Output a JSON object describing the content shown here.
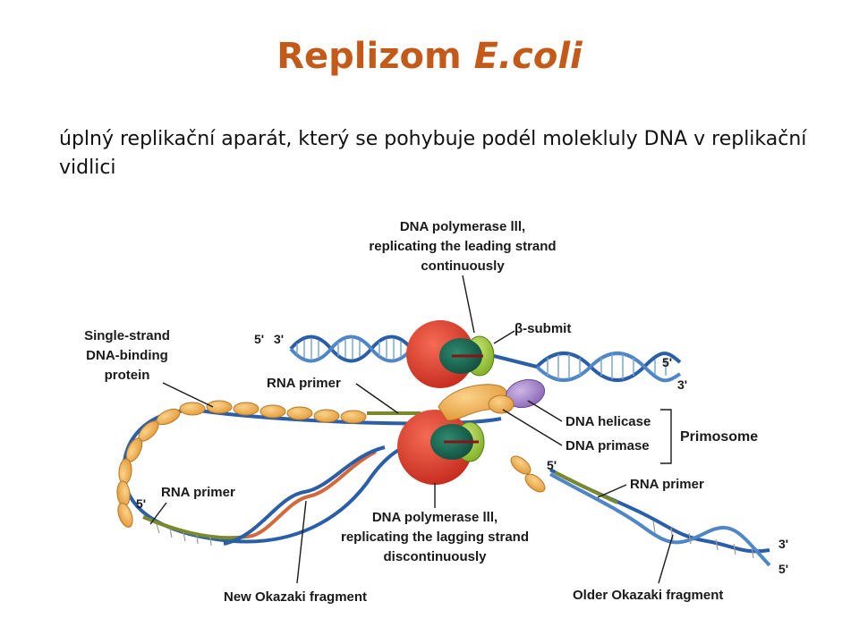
{
  "slide": {
    "title_main": "Replizom",
    "title_italic": "E.coli",
    "subtitle": "úplný replikační aparát, který se pohybuje podél molekluly DNA v replikační vidlici"
  },
  "labels": {
    "pol_leading": [
      "DNA polymerase lll,",
      "replicating the leading strand",
      "continuously"
    ],
    "beta": "β-submit",
    "ssb": [
      "Single-strand",
      "DNA-binding",
      "protein"
    ],
    "rna_primer_top": "RNA primer",
    "helicase": "DNA helicase",
    "primase": "DNA primase",
    "primosome": "Primosome",
    "rna_primer_left": "RNA primer",
    "rna_primer_right": "RNA primer",
    "pol_lagging": [
      "DNA polymerase lll,",
      "replicating the lagging strand",
      "discontinuously"
    ],
    "new_okazaki": "New Okazaki fragment",
    "older_okazaki": "Older Okazaki fragment"
  },
  "ends": {
    "top_left_5": "5'",
    "top_left_3": "3'",
    "top_right_5": "5'",
    "top_right_3": "3'",
    "mid_5": "5'",
    "left_5": "5'",
    "bottom_right_3": "3'",
    "bottom_right_5": "5'"
  },
  "colors": {
    "title": "#c45a1a",
    "dna_blue": "#2a5ea8",
    "dna_orange": "#d2693a",
    "ssb": "#f0b155",
    "polymerase": "#dd3a28",
    "clamp": "#1c6b55",
    "beta": "#9cc83a",
    "helicase": "#a88bc9",
    "primase": "#e6a33c",
    "primer": "#7a8a2a"
  }
}
